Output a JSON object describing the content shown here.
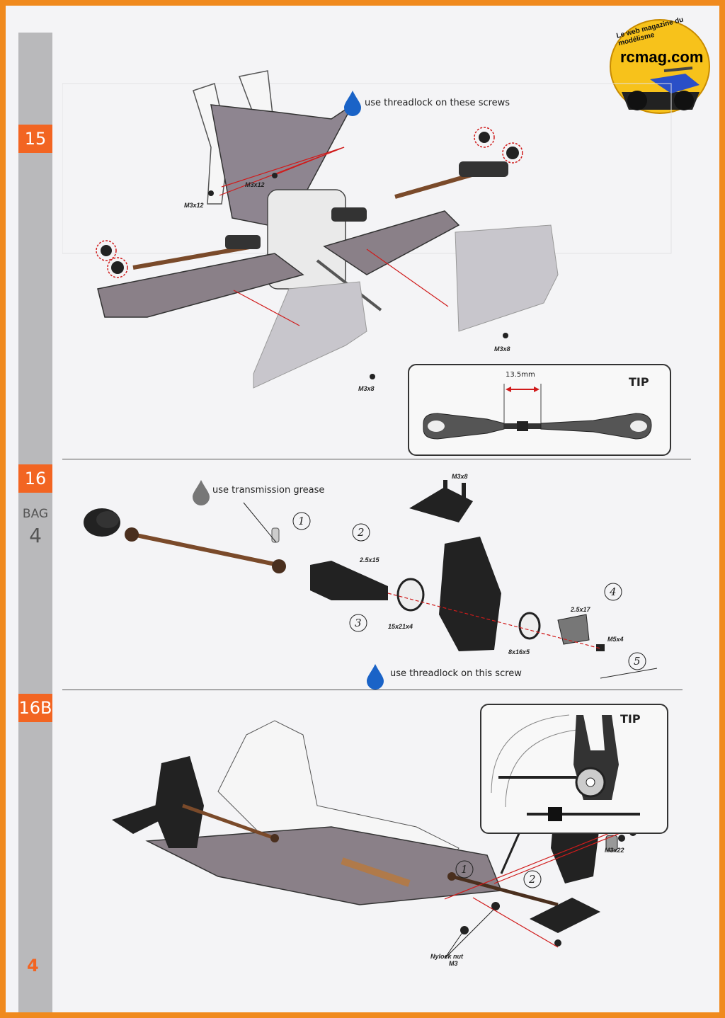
{
  "logo": {
    "text": "rcmag.com",
    "tagline": "Le web magazine du modélisme"
  },
  "steps": [
    {
      "label": "15"
    },
    {
      "label": "16"
    },
    {
      "label": "16B"
    }
  ],
  "bag": {
    "label": "BAG",
    "number": "4"
  },
  "page_number": "4",
  "step15": {
    "note": "use threadlock on these screws",
    "screws": [
      "M3x12",
      "M3x12",
      "M3x8",
      "M3x8"
    ],
    "tip": {
      "title": "TIP",
      "dimension": "13.5mm"
    }
  },
  "step16": {
    "grease_note": "use transmission grease",
    "threadlock_note": "use threadlock on this screw",
    "parts": [
      "M3x8",
      "2.5x15",
      "15x21x4",
      "8x16x5",
      "2.5x17",
      "M5x4"
    ],
    "numbers": [
      "1",
      "2",
      "3",
      "4",
      "5"
    ]
  },
  "step16b": {
    "tip": {
      "title": "TIP"
    },
    "screw": "M3x22",
    "nut": "Nylock nut",
    "nut_size": "M3",
    "numbers": [
      "1",
      "2"
    ]
  },
  "colors": {
    "accent": "#f26522",
    "frame": "#f08a1e",
    "threadlock": "#1a63c7"
  }
}
